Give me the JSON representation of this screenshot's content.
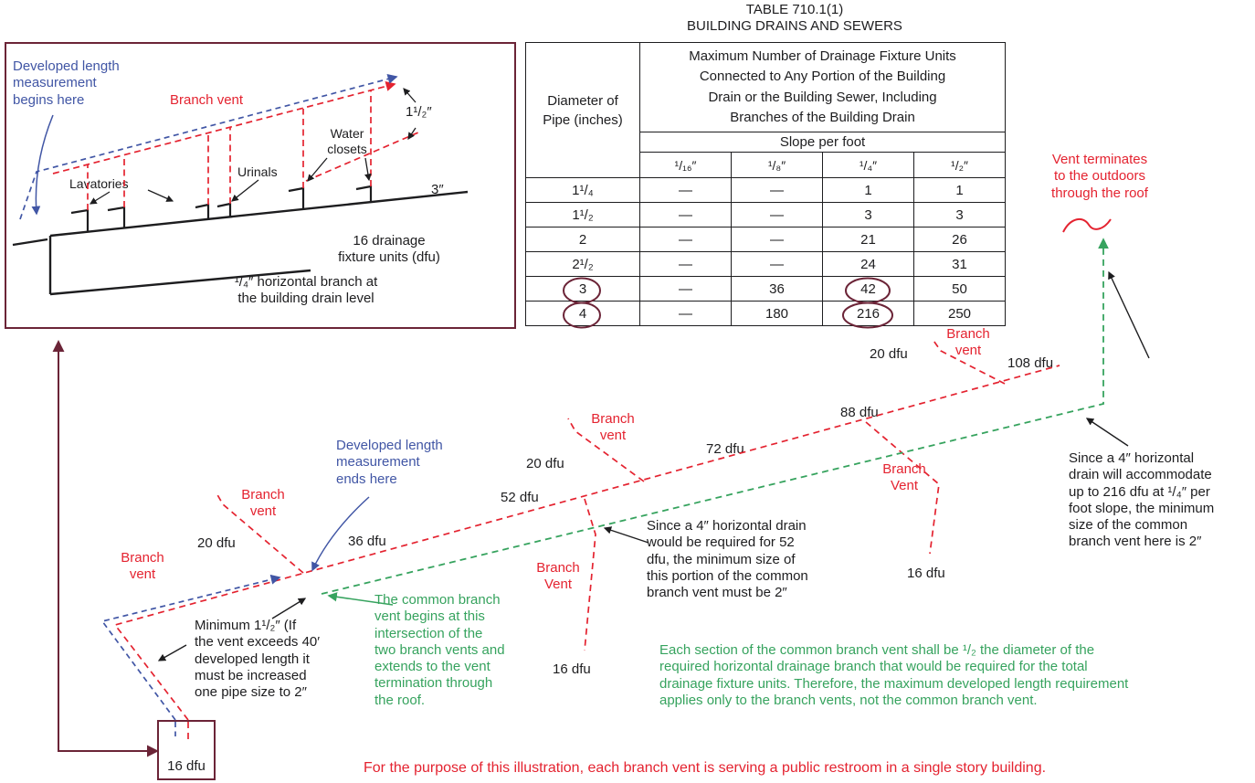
{
  "figure": {
    "title_line1": "TABLE 710.1(1)",
    "title_line2": "BUILDING DRAINS AND SEWERS"
  },
  "table": {
    "diameter_header": "Diameter of\nPipe (inches)",
    "main_header": "Maximum Number of Drainage Fixture Units\nConnected to Any Portion of the Building\nDrain or the Building Sewer, Including\nBranches of the Building Drain",
    "slope_header": "Slope per foot",
    "slope_columns": [
      "¹/₁₆″",
      "¹/₈″",
      "¹/₄″",
      "¹/₂″"
    ],
    "rows": [
      {
        "d": "1¹/₄",
        "v": [
          "—",
          "—",
          "1",
          "1"
        ]
      },
      {
        "d": "1¹/₂",
        "v": [
          "—",
          "—",
          "3",
          "3"
        ]
      },
      {
        "d": "2",
        "v": [
          "—",
          "—",
          "21",
          "26"
        ]
      },
      {
        "d": "2¹/₂",
        "v": [
          "—",
          "—",
          "24",
          "31"
        ]
      },
      {
        "d": "3",
        "v": [
          "—",
          "36",
          "42",
          "50"
        ]
      },
      {
        "d": "4",
        "v": [
          "—",
          "180",
          "216",
          "250"
        ]
      }
    ],
    "circled_values": [
      "3",
      "42",
      "4",
      "216"
    ]
  },
  "inset": {
    "developed_length_begins": "Developed length\nmeasurement\nbegins here",
    "branch_vent": "Branch vent",
    "lavatories": "Lavatories",
    "urinals": "Urinals",
    "water_closets": "Water\nclosets",
    "vent_size": "1¹/₂″",
    "drain_size": "3″",
    "total_dfu": "16 drainage\nfixture units (dfu)",
    "horizontal_branch": "¹/₄″ horizontal branch at\nthe building drain level"
  },
  "diagram": {
    "vent_terminates": "Vent terminates\nto the outdoors\nthrough the roof",
    "developed_length_ends": "Developed length\nmeasurement\nends here",
    "branch_vent_labels": {
      "lower_left": "Branch vent",
      "left": "Branch vent",
      "middle_upper": "Branch vent",
      "middle_lower": "Branch Vent",
      "right_lower": "Branch Vent",
      "upper_right": "Branch vent"
    },
    "dfu_labels": {
      "box": "16 dfu",
      "branch_20_left": "20 dfu",
      "segment_36": "36 dfu",
      "segment_52": "52 dfu",
      "branch_20_middle": "20 dfu",
      "segment_72": "72 dfu",
      "branch_16_middle": "16 dfu",
      "segment_88": "88 dfu",
      "branch_16_right": "16 dfu",
      "branch_20_right": "20 dfu",
      "segment_108": "108 dfu"
    },
    "notes": {
      "minimum_size": "Minimum 1¹/₂″ (If\nthe vent exceeds 40′\ndeveloped length it\nmust be increased\none pipe size to 2″",
      "common_begins": "The common branch\nvent begins at this\nintersection of the\ntwo branch vents and\nextends to the vent\ntermination through\nthe roof.",
      "since_52": "Since a 4″ horizontal drain\nwould be required for 52\ndfu, the minimum size of\nthis portion of the common\nbranch vent must be 2″",
      "since_216": "Since a 4″ horizontal\ndrain will accommodate\nup to 216 dfu at ¹/₄″ per\nfoot slope, the minimum\nsize of the common\nbranch vent here is 2″",
      "each_section": "Each section of the common branch vent shall be ¹/₂ the diameter of the\nrequired horizontal drainage branch that would be required for the total\ndrainage fixture units. Therefore, the maximum developed length requirement\napplies only to the branch vents, not the common branch vent.",
      "purpose": "For the purpose of this illustration, each branch vent is serving a public restroom in a single story building."
    }
  },
  "colors": {
    "red": "#e42330",
    "green": "#36a35e",
    "blue": "#4156a5",
    "maroon": "#6b2437",
    "black": "#1d1d1f"
  }
}
